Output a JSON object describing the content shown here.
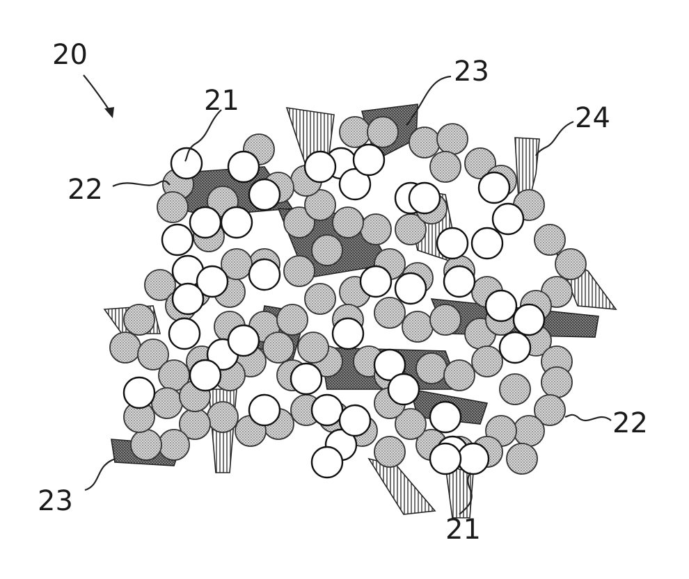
{
  "figure": {
    "labels": {
      "electrode": "20",
      "particle_top": "21",
      "particle_bottom": "21",
      "coated_left": "22",
      "coated_right": "22",
      "additive_top": "23",
      "additive_bottom": "23",
      "binder": "24"
    },
    "colors": {
      "ink": "#1a1a1a",
      "white_particle": "#ffffff",
      "grey_particle": "#b8b8b8",
      "dark_additive": "#555555"
    }
  }
}
